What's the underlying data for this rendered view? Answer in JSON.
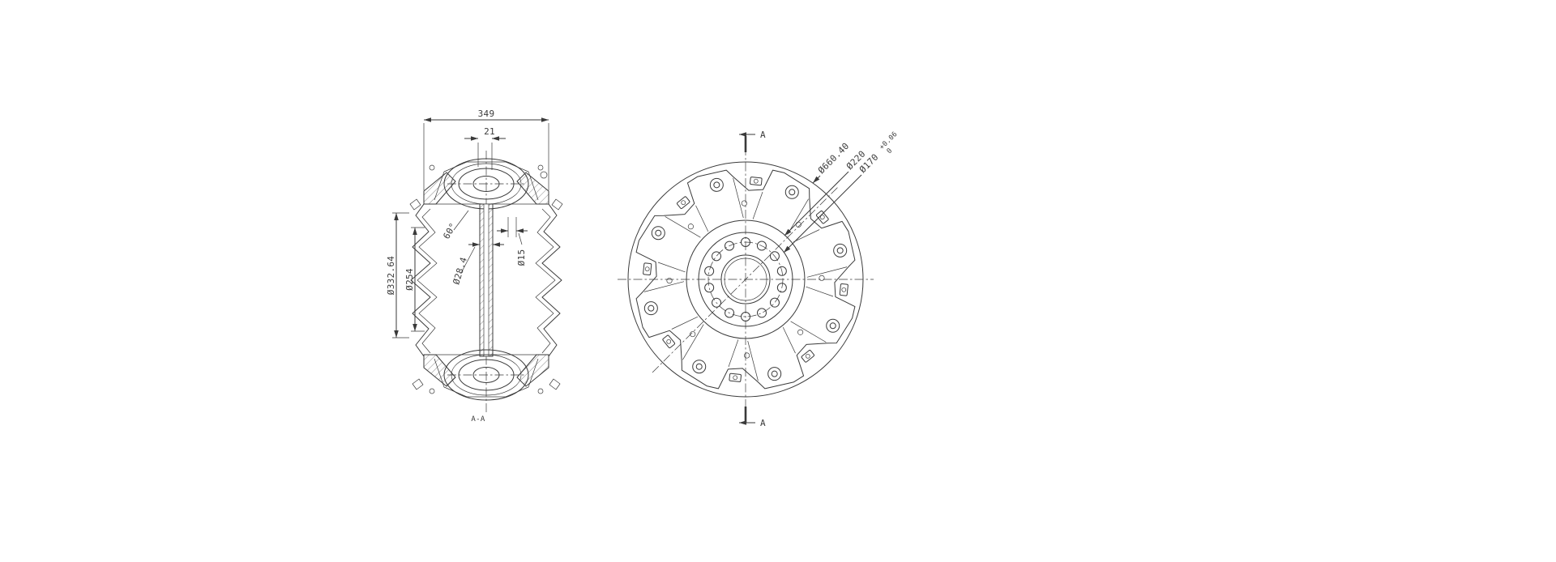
{
  "left_view": {
    "dims": {
      "overall_width": "349",
      "hub_offset": "21",
      "angle": "60°",
      "outer_dia": "Ø332.64",
      "mid_dia": "Ø254",
      "web_dia": "Ø28.4",
      "hole_dia": "Ø15"
    },
    "section_label": "A-A"
  },
  "right_view": {
    "section_marker_top": "A",
    "section_marker_bottom": "A",
    "dims": {
      "outer_dia": "Ø660.40",
      "bolt_circle_dia": "Ø220",
      "bore_dia": "Ø170",
      "bore_tol_upper": "+0.06",
      "bore_tol_lower": "0"
    }
  },
  "colors": {
    "line": "#3a3a3a",
    "background": "#ffffff"
  }
}
